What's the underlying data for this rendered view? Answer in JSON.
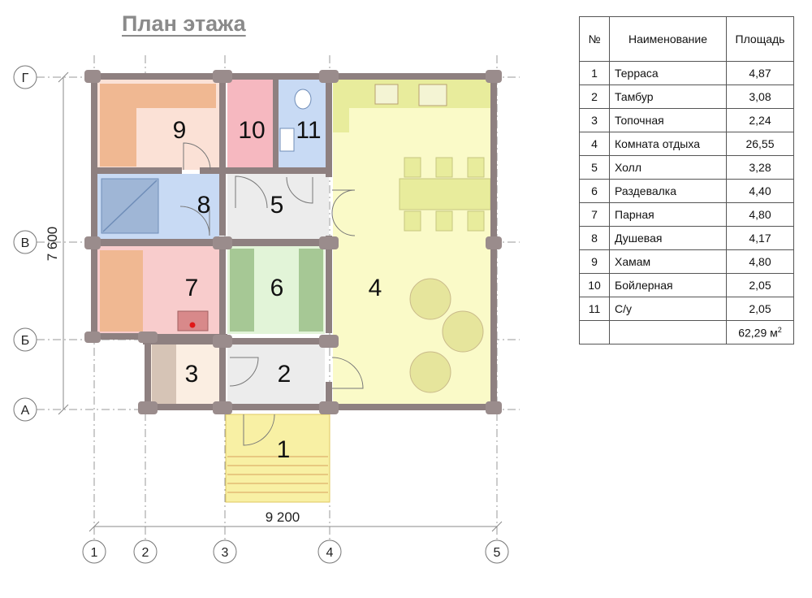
{
  "title": "План этажа",
  "axes": {
    "rows": [
      "Г",
      "В",
      "Б",
      "А"
    ],
    "cols": [
      "1",
      "2",
      "3",
      "4",
      "5"
    ]
  },
  "dimensions": {
    "height": "7 600",
    "width": "9 200"
  },
  "room_labels": [
    "1",
    "2",
    "3",
    "4",
    "5",
    "6",
    "7",
    "8",
    "9",
    "10",
    "11"
  ],
  "table": {
    "headers": {
      "no": "№",
      "name": "Наименование",
      "area": "Площадь"
    },
    "rows": [
      {
        "no": "1",
        "name": "Терраса",
        "area": "4,87"
      },
      {
        "no": "2",
        "name": "Тамбур",
        "area": "3,08"
      },
      {
        "no": "3",
        "name": "Топочная",
        "area": "2,24"
      },
      {
        "no": "4",
        "name": "Комната отдыха",
        "area": "26,55"
      },
      {
        "no": "5",
        "name": "Холл",
        "area": "3,28"
      },
      {
        "no": "6",
        "name": "Раздевалка",
        "area": "4,40"
      },
      {
        "no": "7",
        "name": "Парная",
        "area": "4,80"
      },
      {
        "no": "8",
        "name": "Душевая",
        "area": "4,17"
      },
      {
        "no": "9",
        "name": "Хамам",
        "area": "4,80"
      },
      {
        "no": "10",
        "name": "Бойлерная",
        "area": "2,05"
      },
      {
        "no": "11",
        "name": "С/у",
        "area": "2,05"
      }
    ],
    "total": {
      "value": "62,29 м",
      "unit_sup": "2"
    }
  },
  "colors": {
    "wall": "#8e8080",
    "lounge": "#fafac8",
    "terrace": "#f8f0a4",
    "shower": "#c8daf4",
    "sauna": "#f8cccc",
    "boiler": "#f6b8c0",
    "hall": "#ececec",
    "changing": "#e2f4d8",
    "furnace": "#fbeee2",
    "wood": "#f0b892"
  }
}
